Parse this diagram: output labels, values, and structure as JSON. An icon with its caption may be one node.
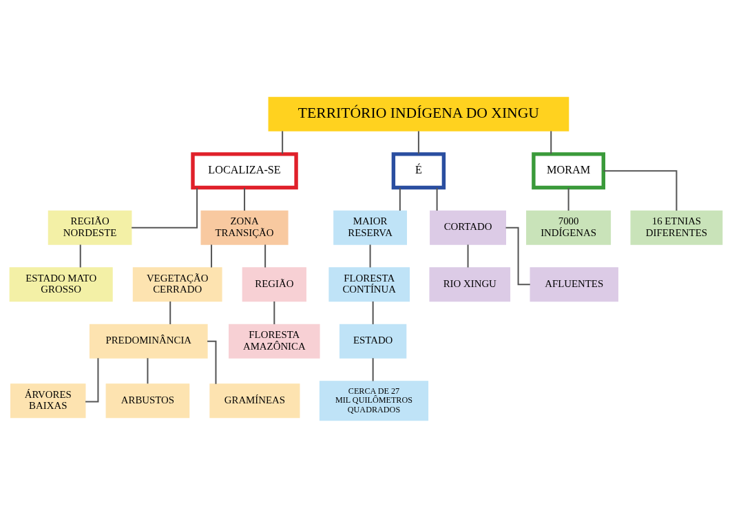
{
  "diagram": {
    "nodes": [
      {
        "text": [
          "TERRITÓRIO INDÍGENA DO XINGU"
        ]
      },
      {
        "text": [
          "LOCALIZA-SE"
        ]
      },
      {
        "text": [
          "É"
        ]
      },
      {
        "text": [
          "MORAM"
        ]
      },
      {
        "text": [
          "REGIÃO NORDESTE"
        ]
      },
      {
        "text": [
          "ESTADO MATO GROSSO"
        ]
      },
      {
        "text": [
          "ZONA TRANSIÇÃO"
        ]
      },
      {
        "text": [
          "VEGETAÇÃO CERRADO"
        ]
      },
      {
        "text": [
          "REGIÃO"
        ]
      },
      {
        "text": [
          "PREDOMINÂNCIA"
        ]
      },
      {
        "text": [
          "ÁRVORES BAIXAS"
        ]
      },
      {
        "text": [
          "ARBUSTOS"
        ]
      },
      {
        "text": [
          "GRAMÍNEAS"
        ]
      },
      {
        "text": [
          "FLORESTA AMAZÔNICA"
        ]
      },
      {
        "text": [
          "MAIOR RESERVA"
        ]
      },
      {
        "text": [
          "FLORESTA CONTÍNUA"
        ]
      },
      {
        "text": [
          "ESTADO"
        ]
      },
      {
        "text": [
          "CERCA DE 27 MIL QUILÔMETROS QUADRADOS"
        ]
      },
      {
        "text": [
          "CORTADO"
        ]
      },
      {
        "text": [
          "RIO XINGU"
        ]
      },
      {
        "text": [
          "AFLUENTES"
        ]
      },
      {
        "text": [
          "7000 INDÍGENAS"
        ]
      },
      {
        "text": [
          "16 ETNIAS DIFERENTES"
        ]
      }
    ],
    "edges": [
      {
        "from": 0,
        "to": 1,
        "arrow": "none"
      },
      {
        "from": 0,
        "to": 2,
        "arrow": "none"
      },
      {
        "from": 0,
        "to": 3,
        "arrow": "none"
      },
      {
        "from": 1,
        "to": 4,
        "arrow": "none"
      },
      {
        "from": 1,
        "to": 6,
        "arrow": "none"
      },
      {
        "from": 4,
        "to": 5,
        "arrow": "none"
      },
      {
        "from": 6,
        "to": 7,
        "arrow": "none"
      },
      {
        "from": 6,
        "to": 8,
        "arrow": "none"
      },
      {
        "from": 7,
        "to": 9,
        "arrow": "none"
      },
      {
        "from": 9,
        "to": 10,
        "arrow": "none"
      },
      {
        "from": 9,
        "to": 11,
        "arrow": "none"
      },
      {
        "from": 9,
        "to": 12,
        "arrow": "none"
      },
      {
        "from": 8,
        "to": 13,
        "arrow": "none"
      },
      {
        "from": 2,
        "to": 14,
        "arrow": "none"
      },
      {
        "from": 2,
        "to": 18,
        "arrow": "none"
      },
      {
        "from": 14,
        "to": 15,
        "arrow": "none"
      },
      {
        "from": 15,
        "to": 16,
        "arrow": "none"
      },
      {
        "from": 16,
        "to": 17,
        "arrow": "none"
      },
      {
        "from": 18,
        "to": 19,
        "arrow": "none"
      },
      {
        "from": 18,
        "to": 20,
        "arrow": "none"
      },
      {
        "from": 3,
        "to": 21,
        "arrow": "none"
      },
      {
        "from": 3,
        "to": 22,
        "arrow": "none"
      }
    ]
  }
}
